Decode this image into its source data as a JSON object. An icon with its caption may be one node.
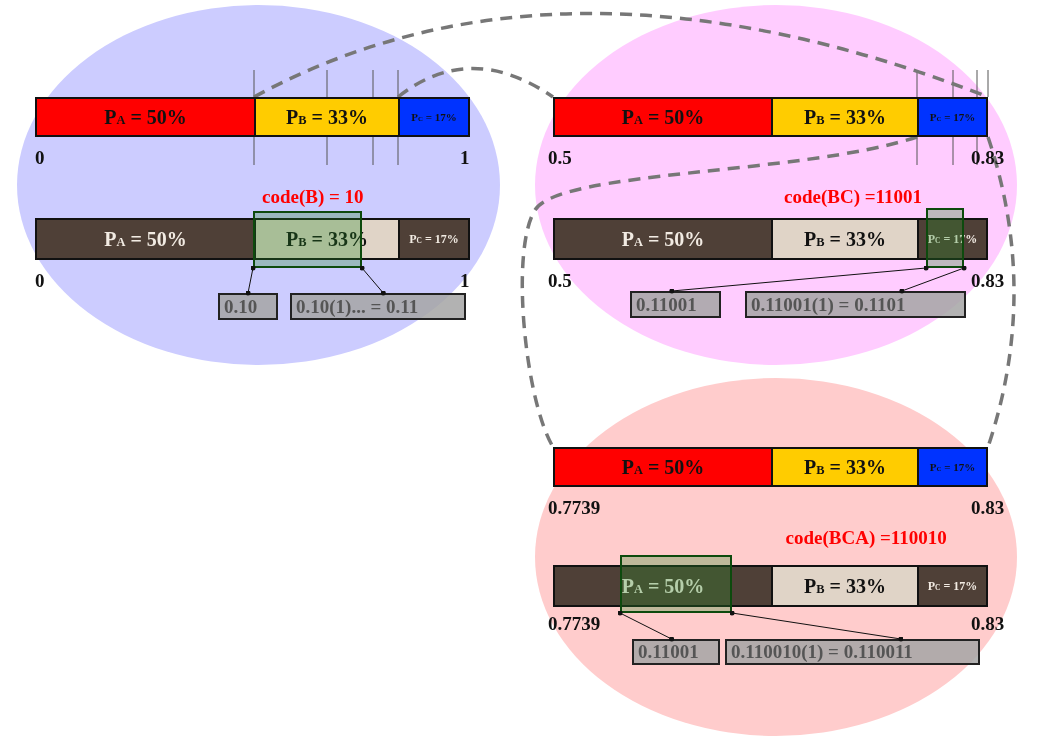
{
  "diagram": {
    "nodes": [
      {
        "text": [],
        "shape": "ellipse"
      },
      {
        "text": [],
        "shape": "bar",
        "in": 0
      },
      {
        "text": [
          "P$_{A}$ = 50%"
        ],
        "in": 1
      },
      {
        "text": [
          "P$_{B}$ = 33%"
        ],
        "in": 1
      },
      {
        "text": [
          "P$_{C}$ = 17%"
        ],
        "in": 1
      },
      {
        "text": [],
        "shape": "bar",
        "in": 0
      },
      {
        "text": [
          "P$_{A}$ = 50%"
        ],
        "in": 5
      },
      {
        "text": [
          "P$_{B}$ = 33%"
        ],
        "in": 5
      },
      {
        "text": [
          "P$_{C}$ = 17%"
        ],
        "in": 5
      },
      {
        "text": [
          "0.10"
        ],
        "in": 0
      },
      {
        "text": [
          "0.10(1)... = 0.11"
        ],
        "in": 0
      },
      {
        "text": [],
        "shape": "ellipse"
      },
      {
        "text": [],
        "shape": "bar",
        "in": 11
      },
      {
        "text": [
          "P$_{A}$ = 50%"
        ],
        "in": 12
      },
      {
        "text": [
          "P$_{B}$ = 33%"
        ],
        "in": 12
      },
      {
        "text": [
          "P$_{C}$ = 17%"
        ],
        "in": 12
      },
      {
        "text": [],
        "shape": "bar",
        "in": 11
      },
      {
        "text": [
          "P$_{A}$ = 50%"
        ],
        "in": 16
      },
      {
        "text": [
          "P$_{B}$ = 33%"
        ],
        "in": 16
      },
      {
        "text": [
          "P$_{C}$ = 17%"
        ],
        "in": 16
      },
      {
        "text": [
          "0.11001"
        ],
        "in": 11
      },
      {
        "text": [
          "0.11001(1) = 0.1101"
        ],
        "in": 11
      },
      {
        "text": [],
        "shape": "ellipse"
      },
      {
        "text": [],
        "shape": "bar",
        "in": 22
      },
      {
        "text": [
          "P$_{A}$ = 50%"
        ],
        "in": 23
      },
      {
        "text": [
          "P$_{B}$ = 33%"
        ],
        "in": 23
      },
      {
        "text": [
          "P$_{C}$ = 17%"
        ],
        "in": 23
      },
      {
        "text": [],
        "shape": "bar",
        "in": 22
      },
      {
        "text": [
          "P$_{A}$ = 50%"
        ],
        "in": 27
      },
      {
        "text": [
          "P$_{B}$ = 33%"
        ],
        "in": 27
      },
      {
        "text": [
          "P$_{C}$ = 17%"
        ],
        "in": 27
      },
      {
        "text": [
          "0.11001"
        ],
        "in": 22
      },
      {
        "text": [
          "0.110010(1) = 0.110011"
        ],
        "in": 22
      }
    ],
    "edges": [
      {
        "from": 3,
        "to": 12,
        "arrow": "none",
        "style": "dashed",
        "color": "#777777"
      },
      {
        "from": 3,
        "to": 12,
        "arrow": "none",
        "style": "dashed",
        "color": "#777777"
      },
      {
        "from": 15,
        "to": 23,
        "arrow": "none",
        "style": "dashed",
        "color": "#777777"
      },
      {
        "from": 15,
        "to": 23,
        "arrow": "none",
        "style": "dashed",
        "color": "#777777"
      },
      {
        "from": 9,
        "to": 7,
        "arrow": "other"
      },
      {
        "from": 10,
        "to": 7,
        "arrow": "other"
      },
      {
        "from": 20,
        "to": 19,
        "arrow": "other"
      },
      {
        "from": 21,
        "to": 19,
        "arrow": "other"
      },
      {
        "from": 31,
        "to": 28,
        "arrow": "other"
      },
      {
        "from": 32,
        "to": 28,
        "arrow": "other"
      }
    ],
    "labels": [
      "0",
      "1",
      "code(B) = 10",
      "0",
      "1",
      "0.5",
      "0.83",
      "code(BC) =11001",
      "0.5",
      "0.83",
      "0.7739",
      "0.83",
      "code(BCA) =110010",
      "0.7739",
      "0.83"
    ]
  }
}
